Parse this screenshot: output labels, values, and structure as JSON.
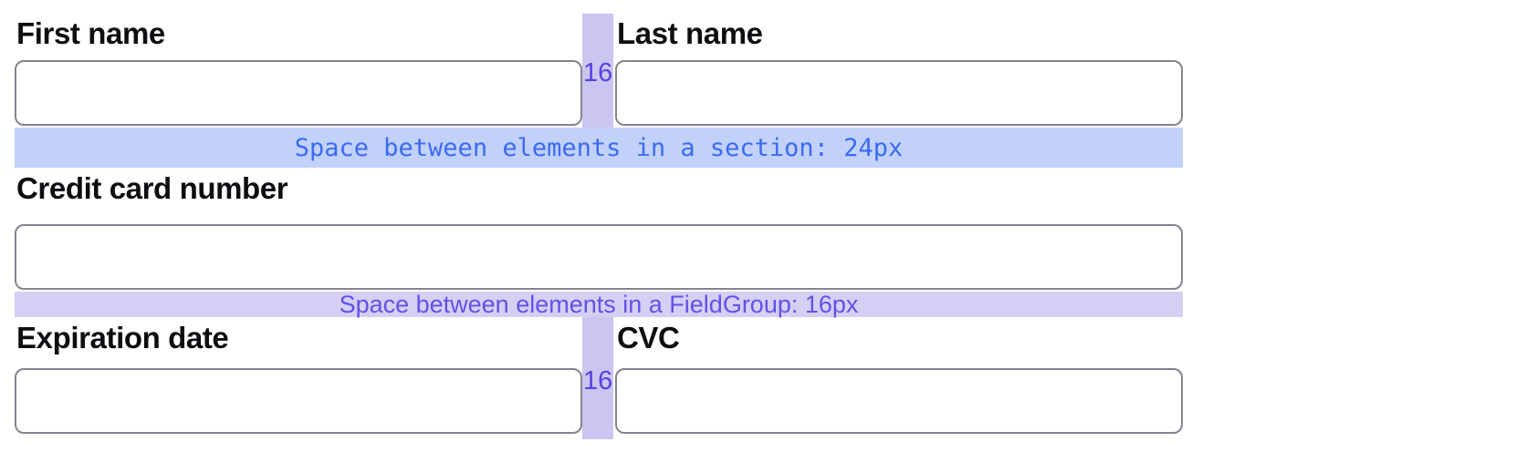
{
  "form": {
    "first_name": {
      "label": "First name",
      "value": ""
    },
    "last_name": {
      "label": "Last name",
      "value": ""
    },
    "credit_card_number": {
      "label": "Credit card number",
      "value": ""
    },
    "expiration_date": {
      "label": "Expiration date",
      "value": ""
    },
    "cvc": {
      "label": "CVC",
      "value": ""
    }
  },
  "annotations": {
    "section_gap": {
      "label": "Space between elements in a section: 24px",
      "highlight_color": "#c1d1fa",
      "text_color": "#3b6af3"
    },
    "fieldgroup_gap": {
      "label": "Space between elements in a FieldGroup: 16px",
      "highlight_color": "#d5cff4",
      "text_color": "#6152e8"
    },
    "column_gap_top": {
      "label": "16"
    },
    "column_gap_bottom": {
      "label": "16"
    },
    "column_gap_highlight_color": "#cbc5f1"
  },
  "colors": {
    "background": "#ffffff",
    "input_border": "#83858e",
    "label_text": "#0d0d12",
    "gap_number_text": "#5343e2"
  }
}
